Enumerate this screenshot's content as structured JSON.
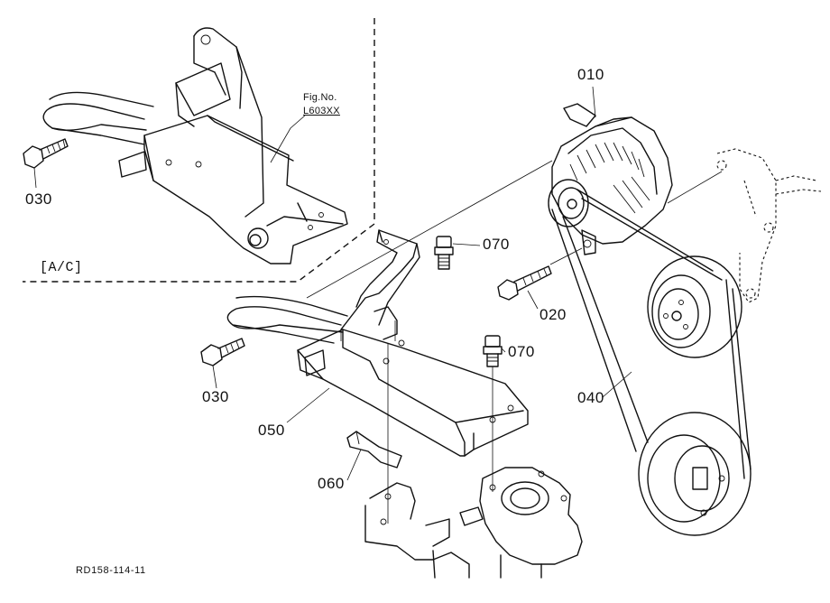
{
  "diagram": {
    "callouts": {
      "p010": "010",
      "p020": "020",
      "p030_main": "030",
      "p030_inset": "030",
      "p040": "040",
      "p050": "050",
      "p060": "060",
      "p070_top": "070",
      "p070_mid": "070"
    },
    "inset": {
      "label": "[A/C]",
      "fig_title": "Fig.No.",
      "fig_code": "L603XX"
    },
    "drawing_code": "RD158-114-11"
  }
}
